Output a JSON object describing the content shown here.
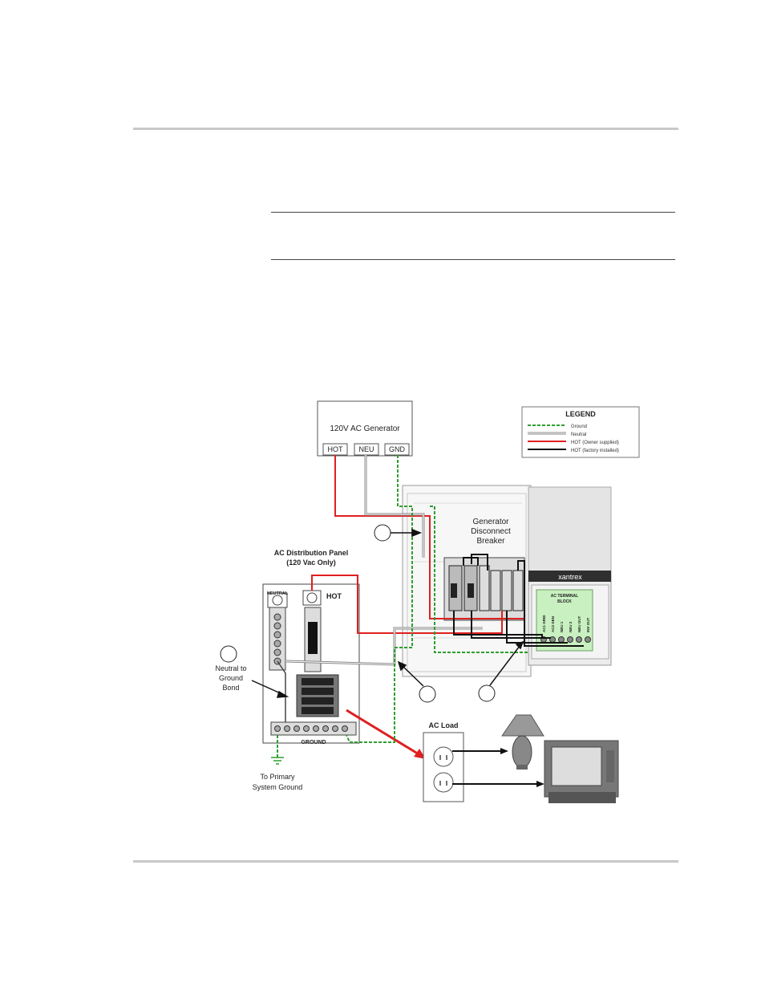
{
  "diagram": {
    "generator": {
      "title": "120V AC Generator",
      "terminals": [
        "HOT",
        "NEU",
        "GND"
      ]
    },
    "legend": {
      "title": "LEGEND",
      "items": [
        {
          "label": "Ground",
          "color": "#2e9e2e",
          "style": "dashed"
        },
        {
          "label": "Neutral",
          "color": "#888888",
          "style": "double"
        },
        {
          "label": "HOT (Owner supplied)",
          "color": "#e02020",
          "style": "solid"
        },
        {
          "label": "HOT (factory installed)",
          "color": "#111111",
          "style": "solid"
        }
      ]
    },
    "breaker_label": [
      "Generator",
      "Disconnect",
      "Breaker"
    ],
    "panel": {
      "title": "AC Distribution Panel",
      "subtitle": "(120 Vac Only)",
      "neutral_label": "NEUTRAL",
      "hot_label": "HOT",
      "ground_label": "GROUND"
    },
    "bond_label": [
      "Neutral to",
      "Ground",
      "Bond"
    ],
    "brand": "xantrex",
    "terminal_block": {
      "title": [
        "AC TERMINAL",
        "BLOCK"
      ],
      "terminals": [
        "AC1 GRID",
        "AC2 GEN",
        "NEU 1",
        "NEU 2",
        "NEU OUT",
        "INV OUT"
      ]
    },
    "load_label": "AC Load",
    "ground_note": [
      "To Primary",
      "System Ground"
    ]
  },
  "colors": {
    "ground": "#2e9e2e",
    "neutral": "#8a8a8a",
    "hot_owner": "#e02020",
    "hot_factory": "#111111",
    "terminal_block": "#c9f0c0"
  }
}
